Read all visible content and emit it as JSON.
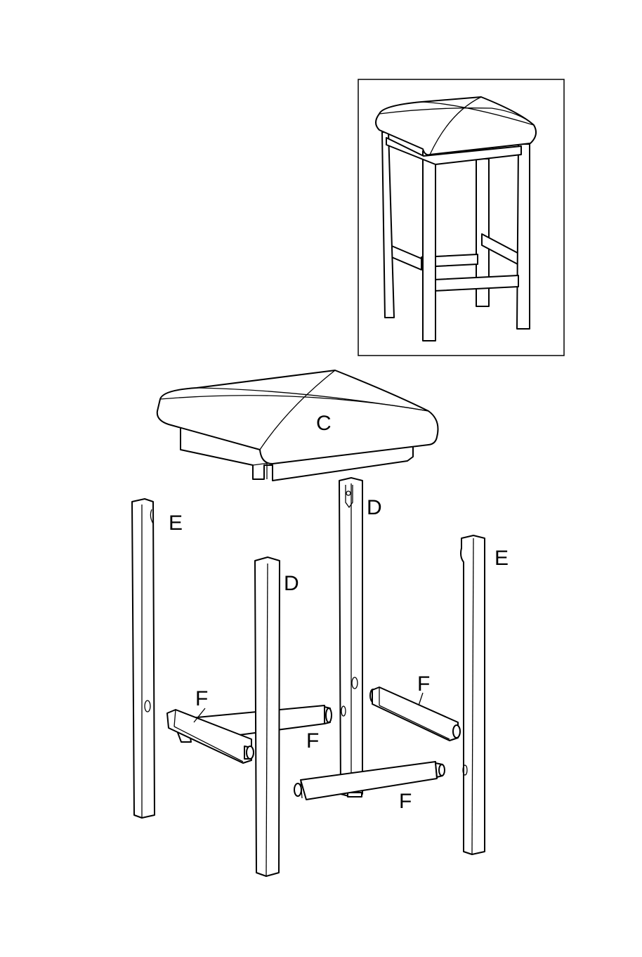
{
  "labels": {
    "seat": "C",
    "front_leg_left": "D",
    "back_leg_center": "D",
    "back_leg_left": "E",
    "front_leg_right": "E",
    "rail_left_side": "F",
    "rail_back": "F",
    "rail_right_side": "F",
    "rail_front": "F"
  },
  "colors": {
    "line": "#000000",
    "background": "#ffffff"
  }
}
